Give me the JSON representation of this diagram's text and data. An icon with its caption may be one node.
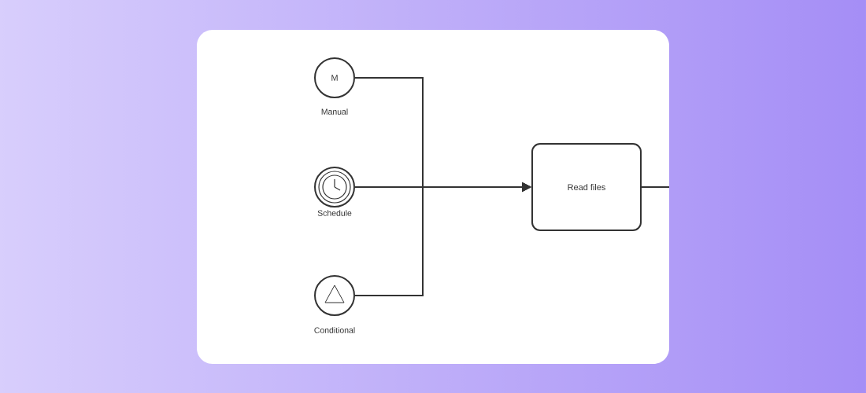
{
  "diagram": {
    "nodes": [
      {
        "text": [
          "M"
        ],
        "beside": [
          "Manual"
        ]
      },
      {
        "text": [],
        "shape": "circle",
        "beside": [
          "Schedule"
        ]
      },
      {
        "text": [],
        "shape": "circle",
        "beside": [
          "Conditional"
        ]
      },
      {
        "text": [
          "Read files"
        ]
      }
    ],
    "edges": [
      {
        "from": 0,
        "to": 3,
        "arrow": "to"
      },
      {
        "from": 1,
        "to": 3,
        "arrow": "to"
      },
      {
        "from": 2,
        "to": 3,
        "arrow": "to"
      },
      {
        "from": 3,
        "to": null,
        "arrow": "none"
      }
    ]
  }
}
